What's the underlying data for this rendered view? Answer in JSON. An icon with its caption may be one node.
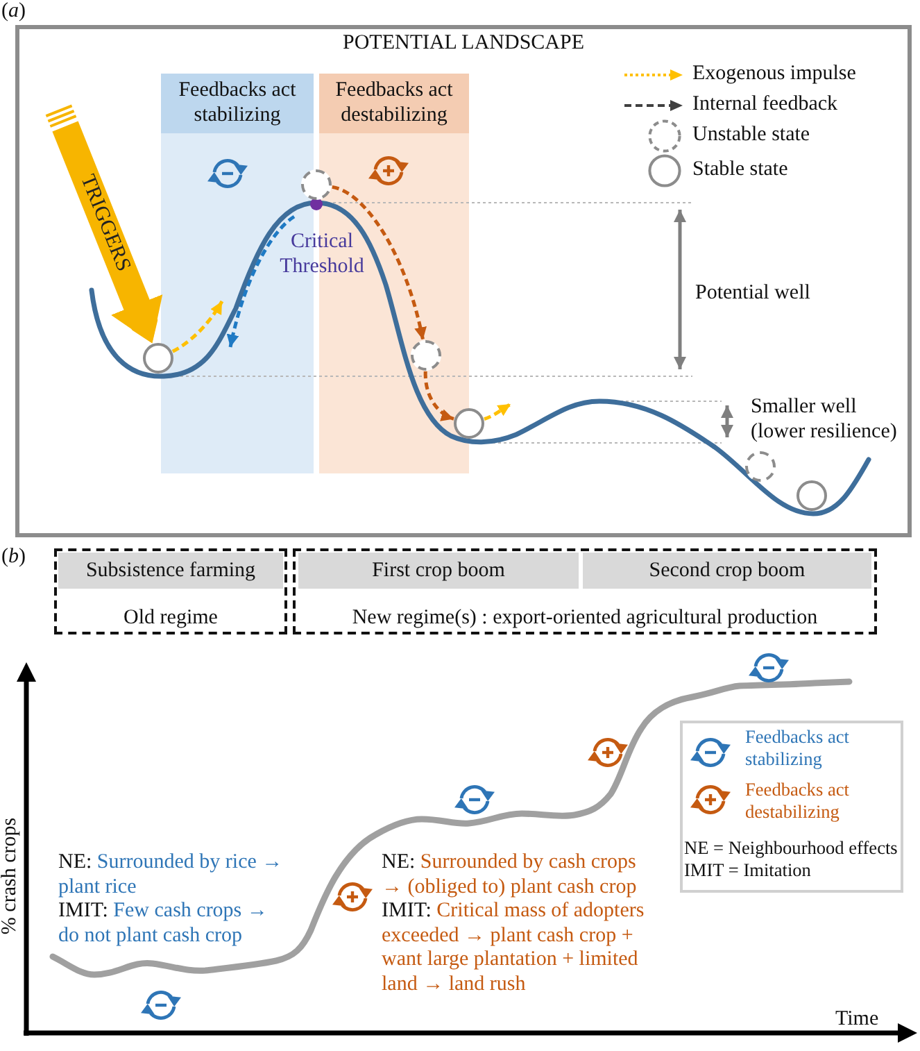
{
  "diagram": {
    "nodes": [
      {
        "text": [
          "POTENTIAL LANDSCAPE"
        ]
      },
      {
        "text": [
          "Feedbacks act stabilizing"
        ],
        "in": 0
      },
      {
        "text": [
          "Feedbacks act destabilizing"
        ],
        "in": 0
      },
      {
        "text": [],
        "shape": "circle",
        "in": 0
      },
      {
        "text": [],
        "shape": "circle",
        "in": 0
      },
      {
        "text": [],
        "shape": "circle",
        "in": 2
      },
      {
        "text": [],
        "shape": "circle",
        "in": 0
      },
      {
        "text": [],
        "shape": "circle",
        "in": 0
      },
      {
        "text": [],
        "shape": "circle",
        "in": 0
      },
      {
        "text": [
          "Old regime"
        ]
      },
      {
        "text": [
          "Subsistence farming"
        ],
        "in": 9
      },
      {
        "text": [
          "New regime(s) : export-oriented agricultural production"
        ]
      },
      {
        "text": [
          "First crop boom"
        ],
        "in": 11
      },
      {
        "text": [
          "Second crop boom"
        ],
        "in": 11
      }
    ],
    "edges": [
      {
        "from": null,
        "to": 3,
        "arrow": "to",
        "label": "TRIGGERS",
        "style": "thick",
        "color": "#f7b500"
      },
      {
        "from": 3,
        "to": 1,
        "arrow": "to",
        "style": "dashed",
        "color": "#ffc000"
      },
      {
        "from": 4,
        "to": 5,
        "arrow": "to",
        "style": "dashed",
        "color": "#c55a11"
      },
      {
        "from": 5,
        "to": 6,
        "arrow": "to",
        "style": "dashed",
        "color": "#c55a11"
      },
      {
        "from": 6,
        "to": null,
        "arrow": "to",
        "style": "dashed",
        "color": "#ffc000"
      }
    ],
    "labels": [
      "(*a*)",
      "Critical Threshold",
      "Potential well",
      "Smaller well (lower resilience)",
      "(*b*)",
      "% crash crops",
      "NE: Surrounded by rice → plant rice",
      "IMIT: Few cash crops → do not plant cash crop",
      "NE: Surrounded by cash crops → (obliged to) plant cash crop",
      "IMIT: Critical mass of adopters exceeded → plant cash crop + want large plantation + limited land → land rush",
      "NE = Neighbourhood effects",
      "IMIT = Imitation",
      "Time"
    ],
    "legend": [
      {
        "text": "Exogenous impulse"
      },
      {
        "text": "Internal feedback"
      },
      {
        "text": "Unstable state"
      },
      {
        "text": "Stable state"
      },
      {
        "text": "Feedbacks act stabilizing"
      },
      {
        "text": "Feedbacks act destabilizing"
      }
    ]
  }
}
